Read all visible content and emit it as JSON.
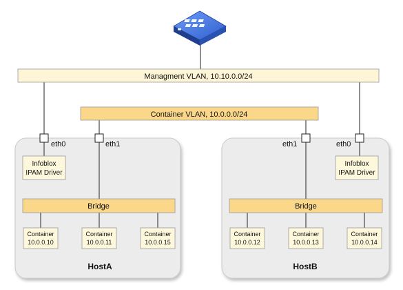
{
  "diagram": {
    "management_vlan": {
      "label": "Managment VLAN, 10.10.0.0/24",
      "color": "#fdf5d6"
    },
    "container_vlan": {
      "label": "Container VLAN, 10.0.0.0/24",
      "color": "#fbd78a"
    },
    "router": {
      "icon": "router-icon",
      "color": "#2f5fd0"
    },
    "hosts": [
      {
        "name": "HostA",
        "ipam": [
          "Infoblox",
          "IPAM Driver"
        ],
        "bridge": "Bridge",
        "ports": {
          "mgmt": "eth0",
          "container": "eth1"
        },
        "containers": [
          {
            "label": "Container",
            "ip": "10.0.0.10"
          },
          {
            "label": "Container",
            "ip": "10.0.0.11"
          },
          {
            "label": "Container",
            "ip": "10.0.0.15"
          }
        ]
      },
      {
        "name": "HostB",
        "ipam": [
          "Infoblox",
          "IPAM Driver"
        ],
        "bridge": "Bridge",
        "ports": {
          "mgmt": "eth0",
          "container": "eth1"
        },
        "containers": [
          {
            "label": "Container",
            "ip": "10.0.0.12"
          },
          {
            "label": "Container",
            "ip": "10.0.0.13"
          },
          {
            "label": "Container",
            "ip": "10.0.0.14"
          }
        ]
      }
    ],
    "colors": {
      "host_fill": "#ececec",
      "box_fill": "#fdf8dc",
      "bridge_fill": "#fbd78a"
    }
  }
}
